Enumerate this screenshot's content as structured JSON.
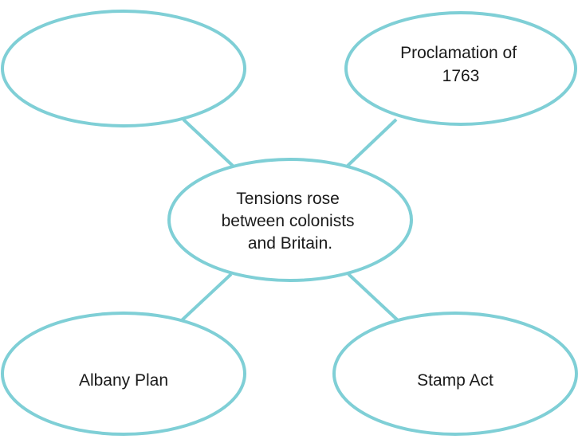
{
  "diagram": {
    "type": "concept-web",
    "accent_color": "#7fcfd6",
    "center": {
      "lines": [
        "Tensions rose",
        "between colonists",
        "and Britain."
      ]
    },
    "top_left": {
      "lines": []
    },
    "top_right": {
      "lines": [
        "Proclamation of",
        "1763"
      ]
    },
    "bottom_left": {
      "lines": [
        "Albany Plan"
      ]
    },
    "bottom_right": {
      "lines": [
        "Stamp Act"
      ]
    }
  }
}
